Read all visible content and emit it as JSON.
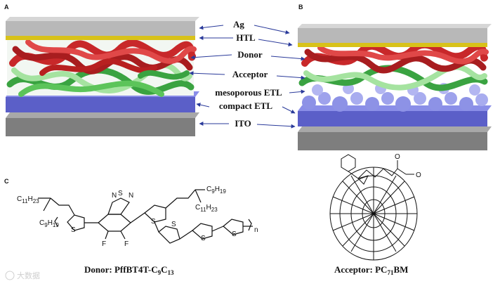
{
  "panels": {
    "a": "A",
    "b": "B",
    "c": "C"
  },
  "layers": {
    "ag": "Ag",
    "htl": "HTL",
    "donor": "Donor",
    "acceptor": "Acceptor",
    "mesoporous_etl": "mesoporous ETL",
    "compact_etl": "compact ETL",
    "ito": "ITO"
  },
  "donor_structure": {
    "chain_a_main": "C",
    "chain_a_sub1": "11",
    "chain_a_mid": "H",
    "chain_a_sub2": "23",
    "chain_b_main": "C",
    "chain_b_sub1": "9",
    "chain_b_mid": "H",
    "chain_b_sub2": "19",
    "chain_c_main": "C",
    "chain_c_sub1": "9",
    "chain_c_mid": "H",
    "chain_c_sub2": "19",
    "chain_d_main": "C",
    "chain_d_sub1": "11",
    "chain_d_mid": "H",
    "chain_d_sub2": "23",
    "n": "n",
    "atom_s": "S",
    "atom_n": "N",
    "atom_f": "F"
  },
  "captions": {
    "donor_prefix": "Donor: PffBT4T-C",
    "donor_sub1": "9",
    "donor_mid": "C",
    "donor_sub2": "13",
    "acceptor_prefix": "Acceptor: PC",
    "acceptor_sub": "71",
    "acceptor_suffix": "BM"
  },
  "watermark": "大数据",
  "colors": {
    "ag": "#b8b8b8",
    "htl": "#d8c21a",
    "donor": "#c8282a",
    "acceptor_dark": "#3aa341",
    "acceptor_light": "#a5e3a0",
    "etl": "#6b6fd6",
    "ito": "#8c8c8c",
    "arrow": "#2a3a9a"
  }
}
